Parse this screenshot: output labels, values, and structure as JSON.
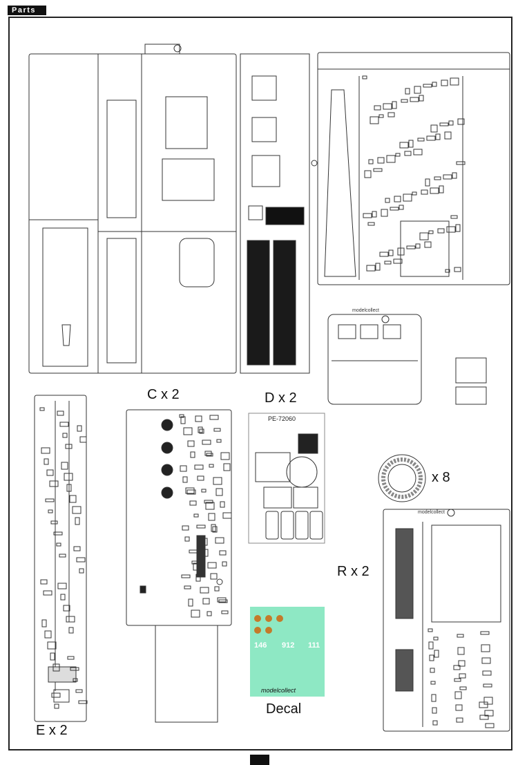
{
  "header": {
    "title": "Parts"
  },
  "labels": {
    "sprue_c": "C x 2",
    "sprue_d": "D x 2",
    "sprue_e": "E x 2",
    "sprue_r": "R x 2",
    "wheel_count": "x 8",
    "decal": "Decal"
  },
  "photo_etch": {
    "code": "PE-72060"
  },
  "brand": "modelcollect",
  "decal_sheet": {
    "numbers": [
      "146",
      "912",
      "111"
    ],
    "bg_color": "#8ee8c4"
  }
}
